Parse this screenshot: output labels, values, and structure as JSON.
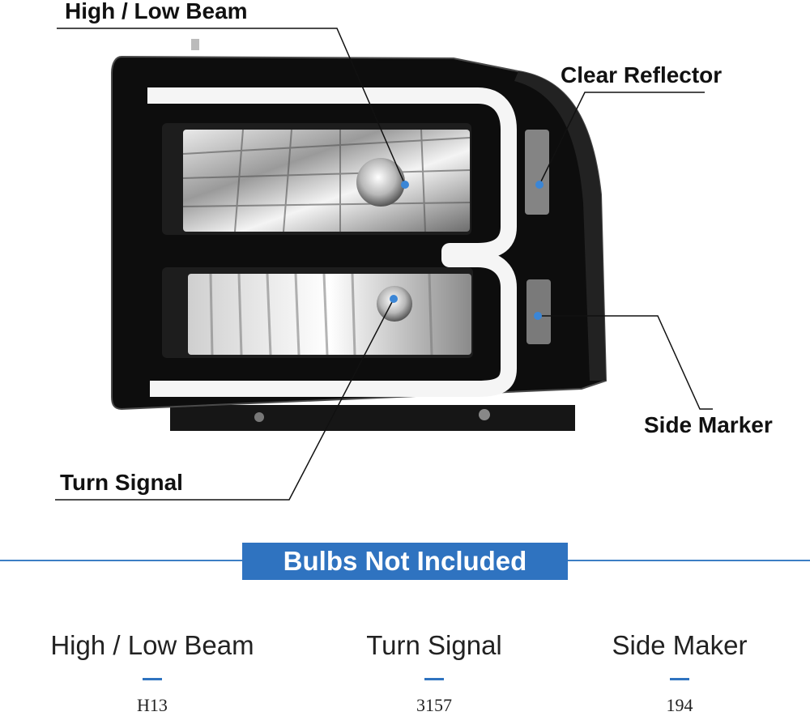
{
  "callouts": {
    "high_low_beam": "High / Low Beam",
    "clear_reflector": "Clear Reflector",
    "side_marker": "Side Marker",
    "turn_signal": "Turn Signal"
  },
  "banner": "Bulbs Not Included",
  "bulbs": [
    {
      "name": "High / Low Beam",
      "code": "H13"
    },
    {
      "name": "Turn Signal",
      "code": "3157"
    },
    {
      "name": "Side Maker",
      "code": "194"
    }
  ],
  "colors": {
    "accent": "#2f73c0",
    "dot": "#3b86d6"
  }
}
